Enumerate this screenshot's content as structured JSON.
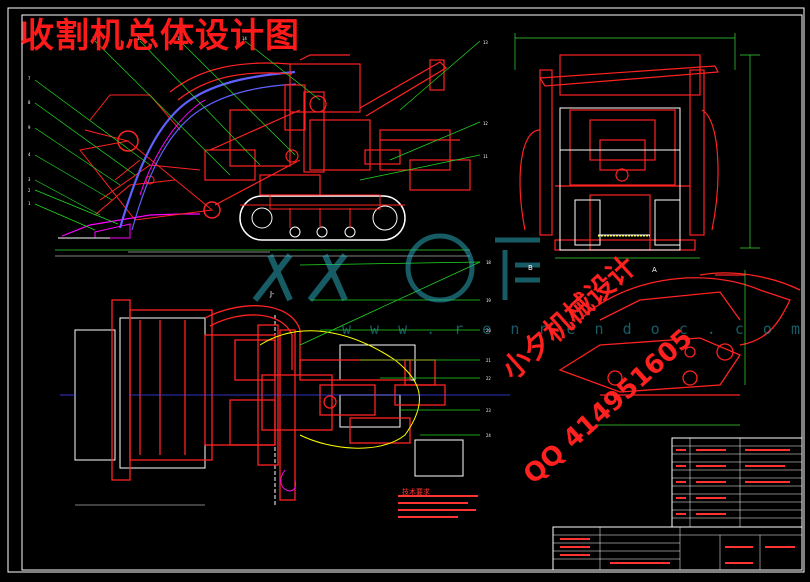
{
  "title": "收割机总体设计图",
  "watermark": {
    "site": "w w w . r e n r e n d o c . c o m",
    "design": "小夕机械设计",
    "qq": "QQ 414951605"
  },
  "labels": {
    "tech_req": "技术要求",
    "view_a": "A",
    "view_b": "B",
    "section_mark": "J-"
  },
  "colors": {
    "background": "#000000",
    "frame": "#ffffff",
    "machine": "#ff2222",
    "leader": "#22dd22",
    "track": "#ffffff",
    "conveyor": "#6060ff",
    "header": "#ff00ff",
    "dimension": "#33dd33",
    "watermark": "#2aa6b8"
  }
}
